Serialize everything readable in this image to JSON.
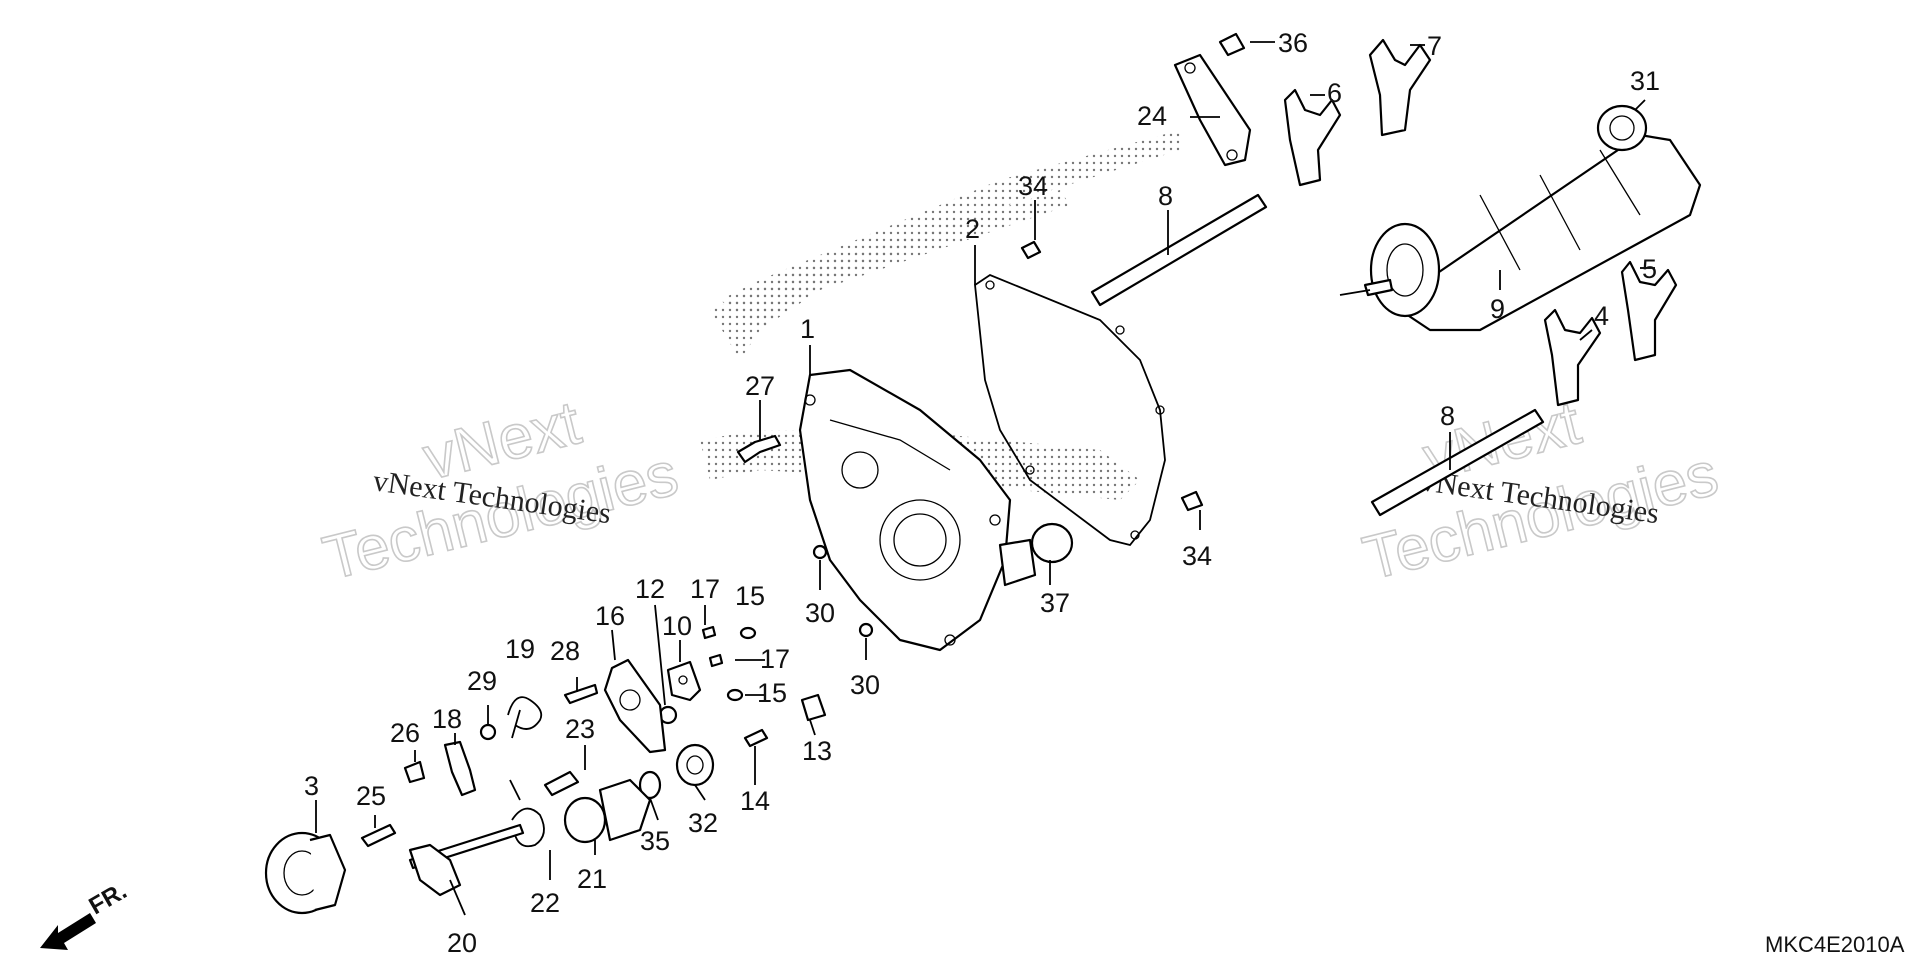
{
  "diagram": {
    "watermark": {
      "brand": "vNext Technologies",
      "line1": "vNext",
      "line2": "Technologies"
    },
    "drawing_code": "MKC4E2010A",
    "direction_label": "FR.",
    "callouts": {
      "c1": "1",
      "c2": "2",
      "c3": "3",
      "c4": "4",
      "c5": "5",
      "c6": "6",
      "c7": "7",
      "c8a": "8",
      "c8b": "8",
      "c9": "9",
      "c10": "10",
      "c12": "12",
      "c13": "13",
      "c14": "14",
      "c15a": "15",
      "c15b": "15",
      "c16": "16",
      "c17a": "17",
      "c17b": "17",
      "c18": "18",
      "c19": "19",
      "c20": "20",
      "c21": "21",
      "c22": "22",
      "c23": "23",
      "c24": "24",
      "c25": "25",
      "c26": "26",
      "c27": "27",
      "c28": "28",
      "c29": "29",
      "c30a": "30",
      "c30b": "30",
      "c31": "31",
      "c32": "32",
      "c34a": "34",
      "c34b": "34",
      "c35": "35",
      "c36": "36",
      "c37": "37"
    }
  }
}
